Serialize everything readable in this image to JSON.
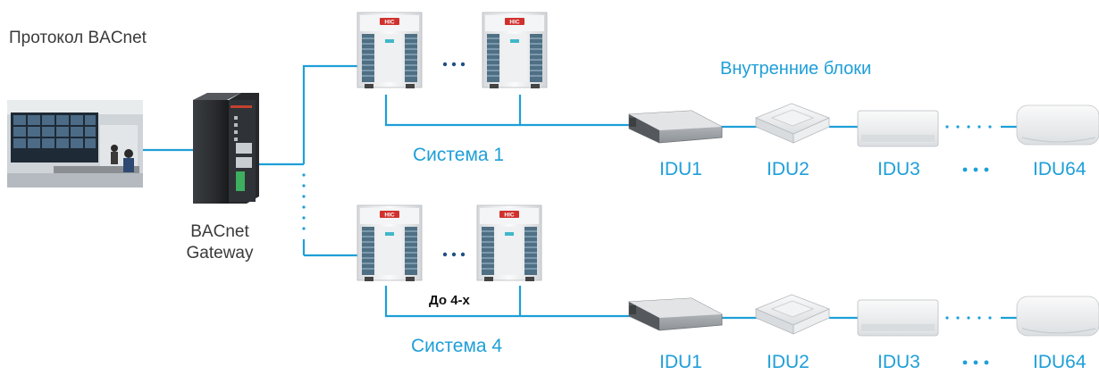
{
  "protocol_title": "Протокол  BACnet",
  "gateway_label_line1": "BACnet",
  "gateway_label_line2": "Gateway",
  "indoor_units_title": "Внутренние блоки",
  "system1_label": "Система 1",
  "system4_label": "Система 4",
  "up_to_label": "До 4-х",
  "outdoor_logo": "HIC",
  "idu_labels_row1": [
    "IDU1",
    "IDU2",
    "IDU3",
    "IDU64"
  ],
  "idu_labels_row2": [
    "IDU1",
    "IDU2",
    "IDU3",
    "IDU64"
  ],
  "colors": {
    "line": "#1e9fd8",
    "label": "#1e9fd8",
    "text": "#3a3a3a"
  }
}
